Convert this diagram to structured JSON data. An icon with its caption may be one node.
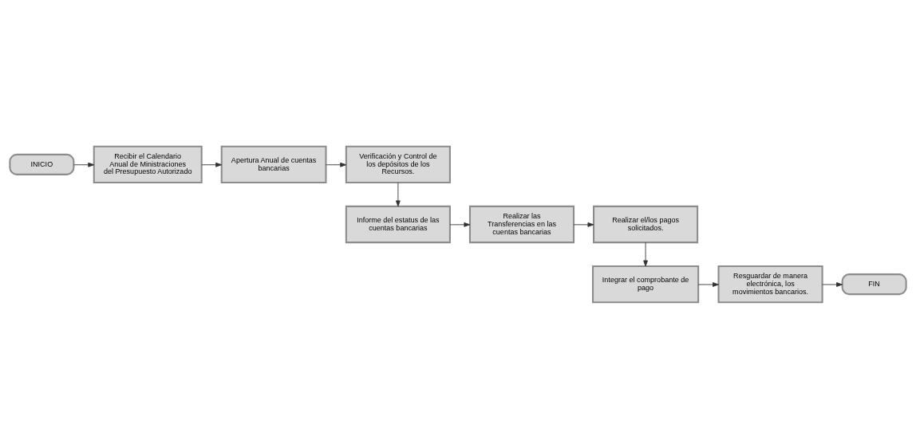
{
  "diagram": {
    "nodes": [
      {
        "text": [
          "INICIO"
        ]
      },
      {
        "text": [
          "Recibir el Calendario Anual de Ministraciones del Presupuesto Autorizado"
        ]
      },
      {
        "text": [
          "Apertura Anual de cuentas bancarias"
        ]
      },
      {
        "text": [
          "Verificación y Control de los depósitos de los Recursos."
        ]
      },
      {
        "text": [
          "Informe del estatus de las cuentas bancarias"
        ]
      },
      {
        "text": [
          "Realizar las Transferencias en las cuentas bancarias"
        ]
      },
      {
        "text": [
          "Realizar el/los pagos solicitados."
        ]
      },
      {
        "text": [
          "Integrar el comprobante de pago"
        ]
      },
      {
        "text": [
          "Resguardar de manera electrónica, los movimientos bancarios."
        ]
      },
      {
        "text": [
          "FIN"
        ]
      }
    ],
    "edges": [
      {
        "from": 0,
        "to": 1,
        "arrow": "to"
      },
      {
        "from": 1,
        "to": 2,
        "arrow": "to"
      },
      {
        "from": 2,
        "to": 3,
        "arrow": "to"
      },
      {
        "from": 3,
        "to": 4,
        "arrow": "to"
      },
      {
        "from": 4,
        "to": 5,
        "arrow": "to"
      },
      {
        "from": 5,
        "to": 6,
        "arrow": "to"
      },
      {
        "from": 6,
        "to": 7,
        "arrow": "to"
      },
      {
        "from": 7,
        "to": 8,
        "arrow": "to"
      },
      {
        "from": 8,
        "to": 9,
        "arrow": "to"
      }
    ]
  }
}
